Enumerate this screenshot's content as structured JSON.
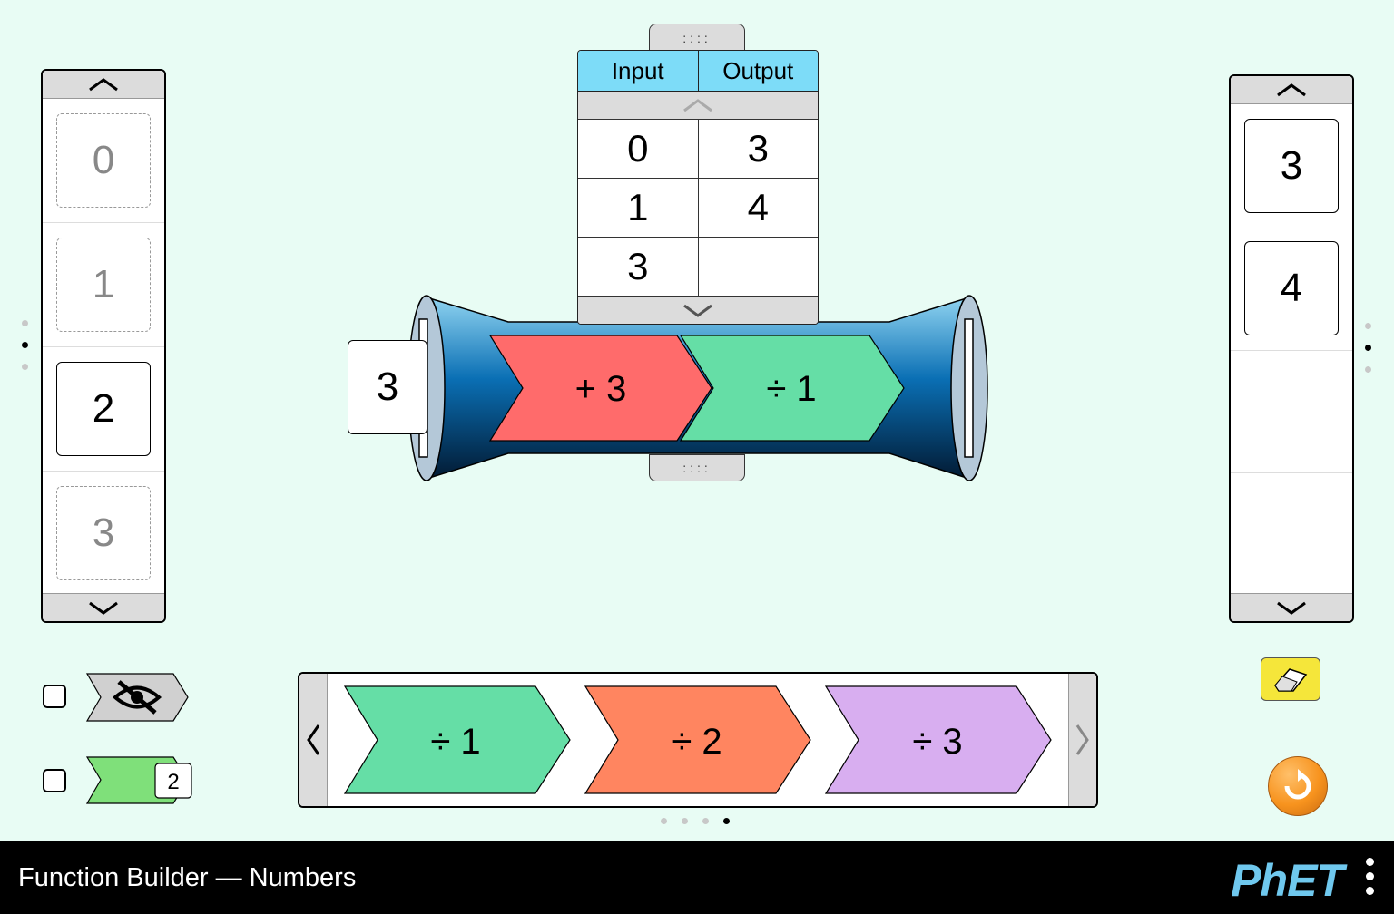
{
  "app": {
    "title": "Function Builder — Numbers",
    "logo": "PhET"
  },
  "input_carousel": {
    "cards": [
      {
        "value": "0",
        "state": "ghost"
      },
      {
        "value": "1",
        "state": "ghost"
      },
      {
        "value": "2",
        "state": "active"
      },
      {
        "value": "3",
        "state": "ghost"
      }
    ],
    "page_dots": 3,
    "active_page": 1
  },
  "output_carousel": {
    "cards": [
      {
        "value": "3"
      },
      {
        "value": "4"
      }
    ],
    "page_dots": 3,
    "active_page": 1
  },
  "table": {
    "headers": [
      "Input",
      "Output"
    ],
    "rows": [
      [
        "0",
        "3"
      ],
      [
        "1",
        "4"
      ],
      [
        "3",
        ""
      ]
    ]
  },
  "builder": {
    "input_card": "3",
    "functions": [
      {
        "label": "+ 3",
        "color": "#ff6b6b"
      },
      {
        "label": "÷ 1",
        "color": "#65dea6"
      }
    ]
  },
  "function_carousel": {
    "functions": [
      {
        "label": "÷ 1",
        "color": "#65dea6"
      },
      {
        "label": "÷ 2",
        "color": "#ff8560"
      },
      {
        "label": "÷ 3",
        "color": "#d8aef0"
      }
    ],
    "page_dots": 4,
    "active_page": 3
  },
  "controls": {
    "mystery_badge": "2"
  },
  "colors": {
    "background": "#e8fcf4",
    "table_header": "#7ddcf8",
    "eraser": "#f5e63a",
    "reset": "#f7931e"
  }
}
